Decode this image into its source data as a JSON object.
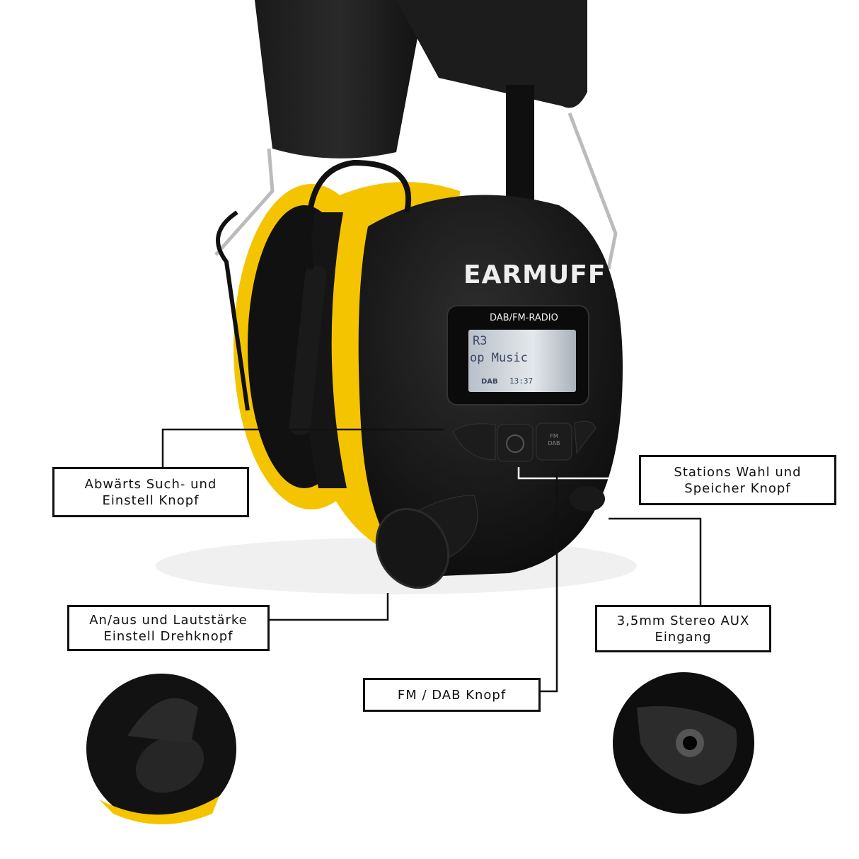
{
  "product": {
    "brand_logo": "EARMUFF",
    "display_label": "DAB/FM-RADIO",
    "screen": {
      "line1": "R3",
      "line2": "op Music",
      "mode": "DAB",
      "time": "13:37"
    },
    "button_label_fm_dab": "FM DAB"
  },
  "callouts": {
    "seek_down": "Abwärts Such- und\nEinstell Knopf",
    "station_memory": "Stations Wahl und\nSpeicher Knopf",
    "aux_input": "3,5mm Stereo AUX\nEingang",
    "power_volume": "An/aus und Lautstärke\nEinstell Drehknopf",
    "fm_dab": "FM / DAB Knopf"
  },
  "colors": {
    "yellow": "#f5c400",
    "black": "#141414",
    "screen": "#c9d0d8"
  }
}
